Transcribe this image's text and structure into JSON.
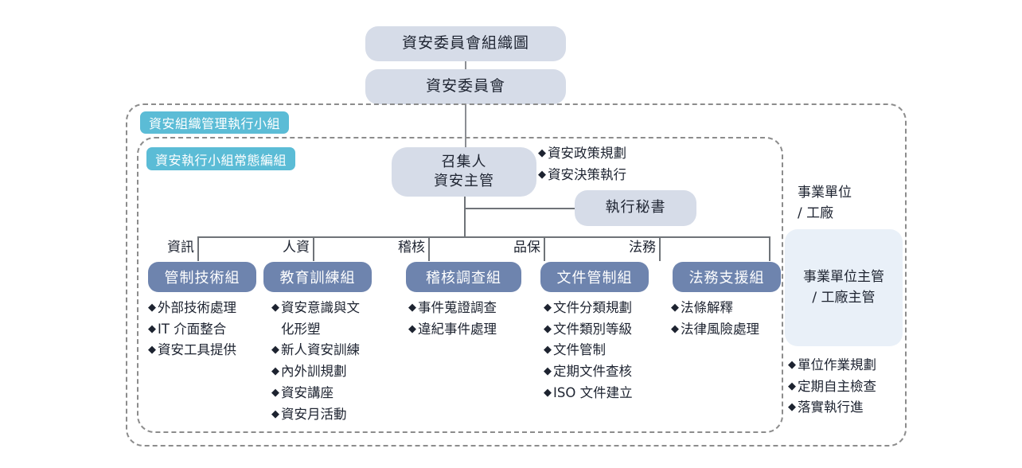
{
  "chart_title": "資安委員會組織圖",
  "top": {
    "title_box": "資安委員會組織圖",
    "committee_box": "資安委員會"
  },
  "outer_group": {
    "badge": "資安組織管理執行小組"
  },
  "inner_group": {
    "badge": "資安執行小組常態編組"
  },
  "convener": {
    "box": "召集人\n資安主管",
    "duties": [
      "資安政策規劃",
      "資安決策執行"
    ]
  },
  "secretary": {
    "box": "執行秘書"
  },
  "departments": [
    "資訊",
    "人資",
    "稽核",
    "品保",
    "法務"
  ],
  "groups": [
    {
      "name": "管制技術組",
      "items": [
        "外部技術處理",
        "IT 介面整合",
        "資安工具提供"
      ]
    },
    {
      "name": "教育訓練組",
      "items": [
        "資安意識與文\n化形塑",
        "新人資安訓練",
        "內外訓規劃",
        "資安講座",
        "資安月活動"
      ]
    },
    {
      "name": "稽核調查組",
      "items": [
        "事件蒐證調查",
        "違紀事件處理"
      ]
    },
    {
      "name": "文件管制組",
      "items": [
        "文件分類規劃",
        "文件類別等級",
        "文件管制",
        "定期文件查核",
        "ISO 文件建立"
      ]
    },
    {
      "name": "法務支援組",
      "items": [
        "法條解釋",
        "法律風險處理"
      ]
    }
  ],
  "business_unit": {
    "title": "事業單位\n/ 工廠",
    "panel": "事業單位主管\n/ 工廠主管",
    "items": [
      "單位作業規劃",
      "定期自主檢查",
      "落實執行進"
    ]
  },
  "colors": {
    "node_fill": "#d6dce8",
    "badge_fill": "#5bbcd6",
    "group_fill": "#6e84ae",
    "panel_fill": "#e9f0f8",
    "dash_border": "#8c8c8c",
    "connector": "#8b8e93",
    "text": "#1d2330"
  }
}
